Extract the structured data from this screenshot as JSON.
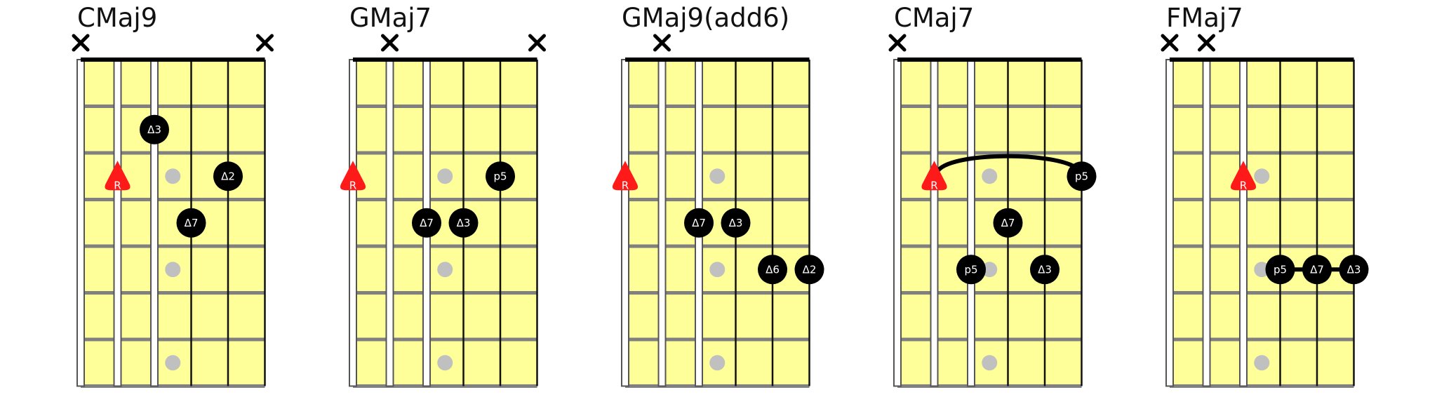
{
  "colors": {
    "fretboard": "#ffff99",
    "fret": "#808080",
    "string": "#111111",
    "nut": "#000000",
    "inlay": "#c0c0c0",
    "dot": "#000000",
    "root": "#ff1a1a",
    "text": "#111111"
  },
  "icons": {
    "muted": "x-mark-icon",
    "root": "triangle-icon",
    "tone": "circle-icon",
    "connector": "slur-line-icon"
  },
  "frets": 7,
  "strings": 6,
  "inlay_frets": [
    3,
    5,
    7
  ],
  "diagrams": [
    {
      "title": "CMaj9",
      "muted": [
        1,
        6
      ],
      "root": {
        "string": 2,
        "fret": 3,
        "label": "R"
      },
      "tones": [
        {
          "string": 3,
          "fret": 2,
          "label": "Δ3"
        },
        {
          "string": 5,
          "fret": 3,
          "label": "Δ2"
        },
        {
          "string": 4,
          "fret": 4,
          "label": "Δ7"
        }
      ]
    },
    {
      "title": "GMaj7",
      "muted": [
        2,
        6
      ],
      "root": {
        "string": 1,
        "fret": 3,
        "label": "R"
      },
      "tones": [
        {
          "string": 5,
          "fret": 3,
          "label": "p5"
        },
        {
          "string": 3,
          "fret": 4,
          "label": "Δ7"
        },
        {
          "string": 4,
          "fret": 4,
          "label": "Δ3"
        }
      ]
    },
    {
      "title": "GMaj9(add6)",
      "muted": [
        2
      ],
      "root": {
        "string": 1,
        "fret": 3,
        "label": "R"
      },
      "tones": [
        {
          "string": 3,
          "fret": 4,
          "label": "Δ7"
        },
        {
          "string": 4,
          "fret": 4,
          "label": "Δ3"
        },
        {
          "string": 5,
          "fret": 5,
          "label": "Δ6"
        },
        {
          "string": 6,
          "fret": 5,
          "label": "Δ2"
        }
      ]
    },
    {
      "title": "CMaj7",
      "muted": [
        1
      ],
      "root": {
        "string": 2,
        "fret": 3,
        "label": "R"
      },
      "tones": [
        {
          "string": 6,
          "fret": 3,
          "label": "p5"
        },
        {
          "string": 4,
          "fret": 4,
          "label": "Δ7"
        },
        {
          "string": 3,
          "fret": 5,
          "label": "p5"
        },
        {
          "string": 5,
          "fret": 5,
          "label": "Δ3"
        }
      ],
      "arc": {
        "from": {
          "string": 2,
          "fret": 3
        },
        "to": {
          "string": 6,
          "fret": 3
        }
      }
    },
    {
      "title": "FMaj7",
      "muted": [
        1,
        2
      ],
      "root": {
        "string": 3,
        "fret": 3,
        "label": "R"
      },
      "tones": [
        {
          "string": 4,
          "fret": 5,
          "label": "p5"
        },
        {
          "string": 5,
          "fret": 5,
          "label": "Δ7"
        },
        {
          "string": 6,
          "fret": 5,
          "label": "Δ3"
        }
      ],
      "link": {
        "from": {
          "string": 4,
          "fret": 5
        },
        "to": {
          "string": 6,
          "fret": 5
        }
      }
    }
  ]
}
